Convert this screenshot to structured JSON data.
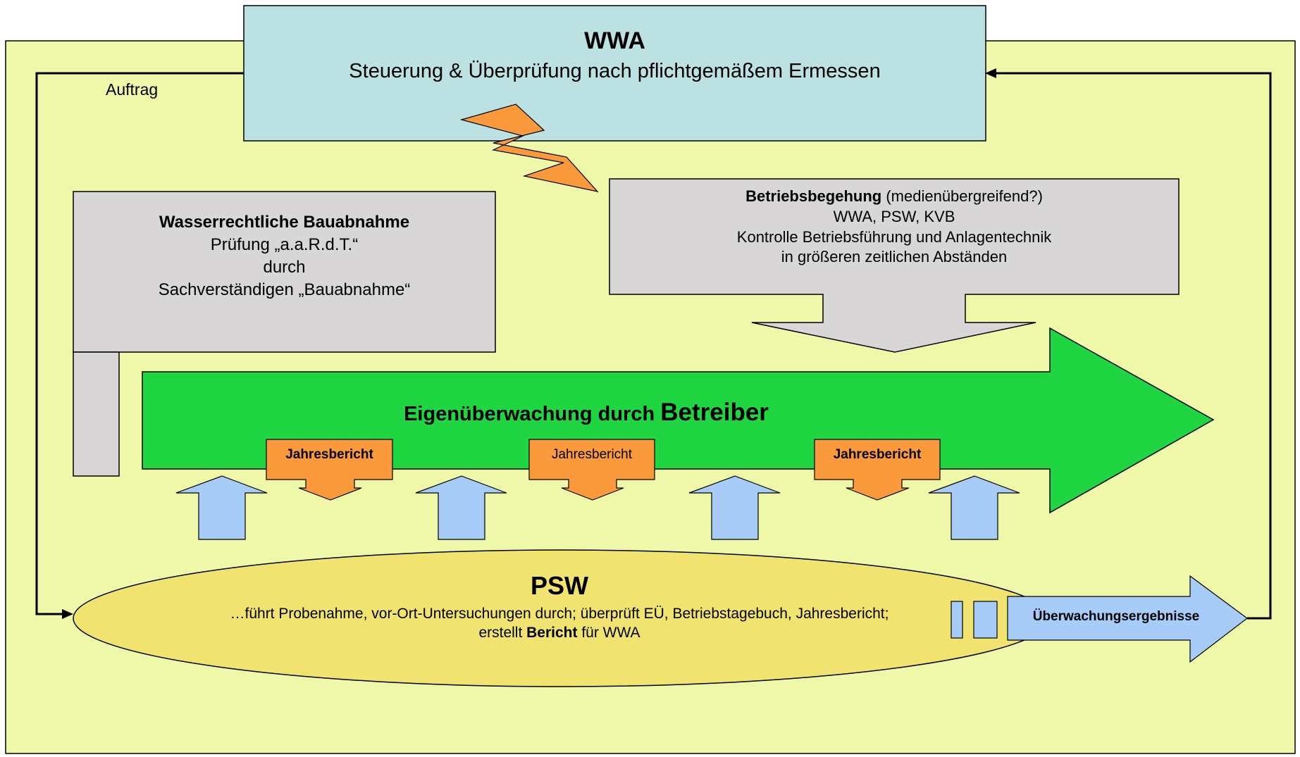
{
  "wwa": {
    "title": "WWA",
    "subtitle": "Steuerung & Überprüfung nach pflichtgemäßem Ermessen"
  },
  "auftrag_label": "Auftrag",
  "bauabnahme": {
    "title": "Wasserrechtliche Bauabnahme",
    "line1": "Prüfung „a.a.R.d.T.“",
    "line2": "durch",
    "line3": "Sachverständigen „Bauabnahme“"
  },
  "betriebsbegehung": {
    "title_bold": "Betriebsbegehung",
    "title_rest": " (medienübergreifend?)",
    "line1": "WWA, PSW, KVB",
    "line2": "Kontrolle Betriebsführung und Anlagentechnik",
    "line3": "in größeren zeitlichen Abständen"
  },
  "eigenueberwachung": {
    "text": "Eigenüberwachung durch ",
    "emphasis": "Betreiber"
  },
  "jahresberichte": [
    "Jahresbericht",
    "Jahresbericht",
    "Jahresbericht"
  ],
  "psw": {
    "title": "PSW",
    "line1": "…führt Probenahme, vor-Ort-Untersuchungen durch; überprüft EÜ, Betriebstagebuch, Jahresbericht;",
    "line2_pre": "erstellt ",
    "line2_bold": "Bericht",
    "line2_post": " für WWA"
  },
  "ergebnisse_label": "Überwachungsergebnisse",
  "colors": {
    "background": "#eff8a8",
    "wwa_box": "#bbe1e3",
    "gray_box": "#d9d6d8",
    "green_arrow": "#1fd542",
    "orange": "#fb9a3d",
    "blue_arrow": "#a7ccf7",
    "psw_ellipse": "#f1e36f",
    "line": "#000000"
  }
}
